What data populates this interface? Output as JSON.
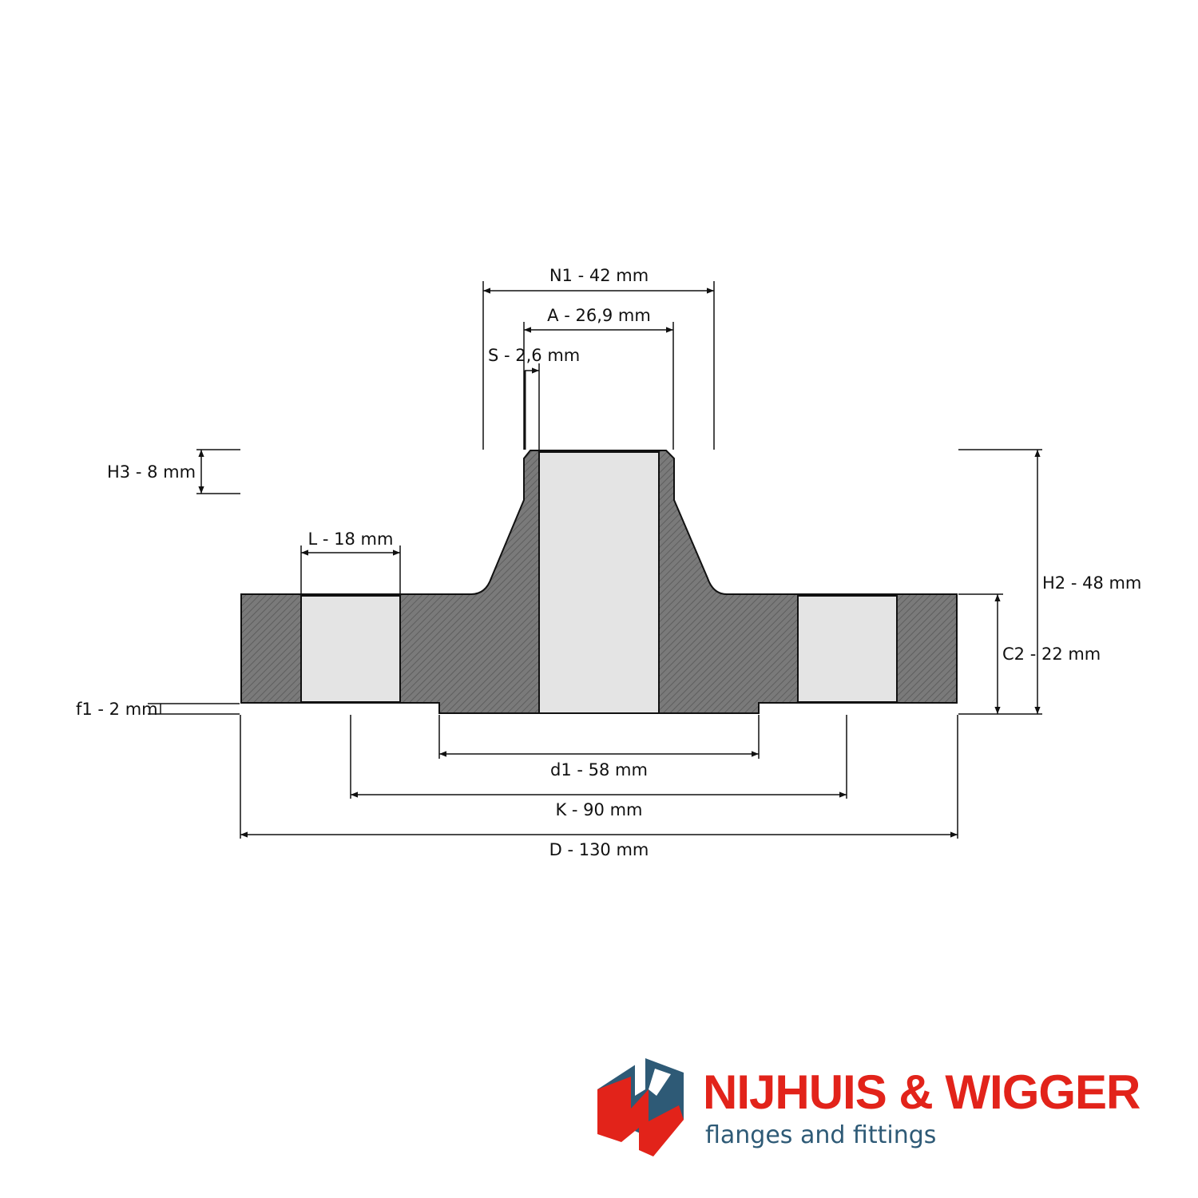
{
  "colors": {
    "metal": "#7a7a7a",
    "bore": "#e4e4e4",
    "line": "#111111",
    "brand_red": "#e2231a",
    "brand_blue": "#2e5a76"
  },
  "dimensions": {
    "n1": "N1 - 42 mm",
    "a": "A - 26,9 mm",
    "s": "S - 2,6 mm",
    "h3": "H3 - 8 mm",
    "l": "L - 18 mm",
    "h2": "H2 - 48 mm",
    "c2": "C2 - 22 mm",
    "f1": "f1 - 2 mm",
    "d1": "d1 - 58 mm",
    "k": "K - 90 mm",
    "d": "D - 130 mm"
  },
  "brand": {
    "name": "NIJHUIS & WIGGER",
    "tagline": "flanges and fittings",
    "logo_icon": "nw-cube-logo-icon"
  }
}
